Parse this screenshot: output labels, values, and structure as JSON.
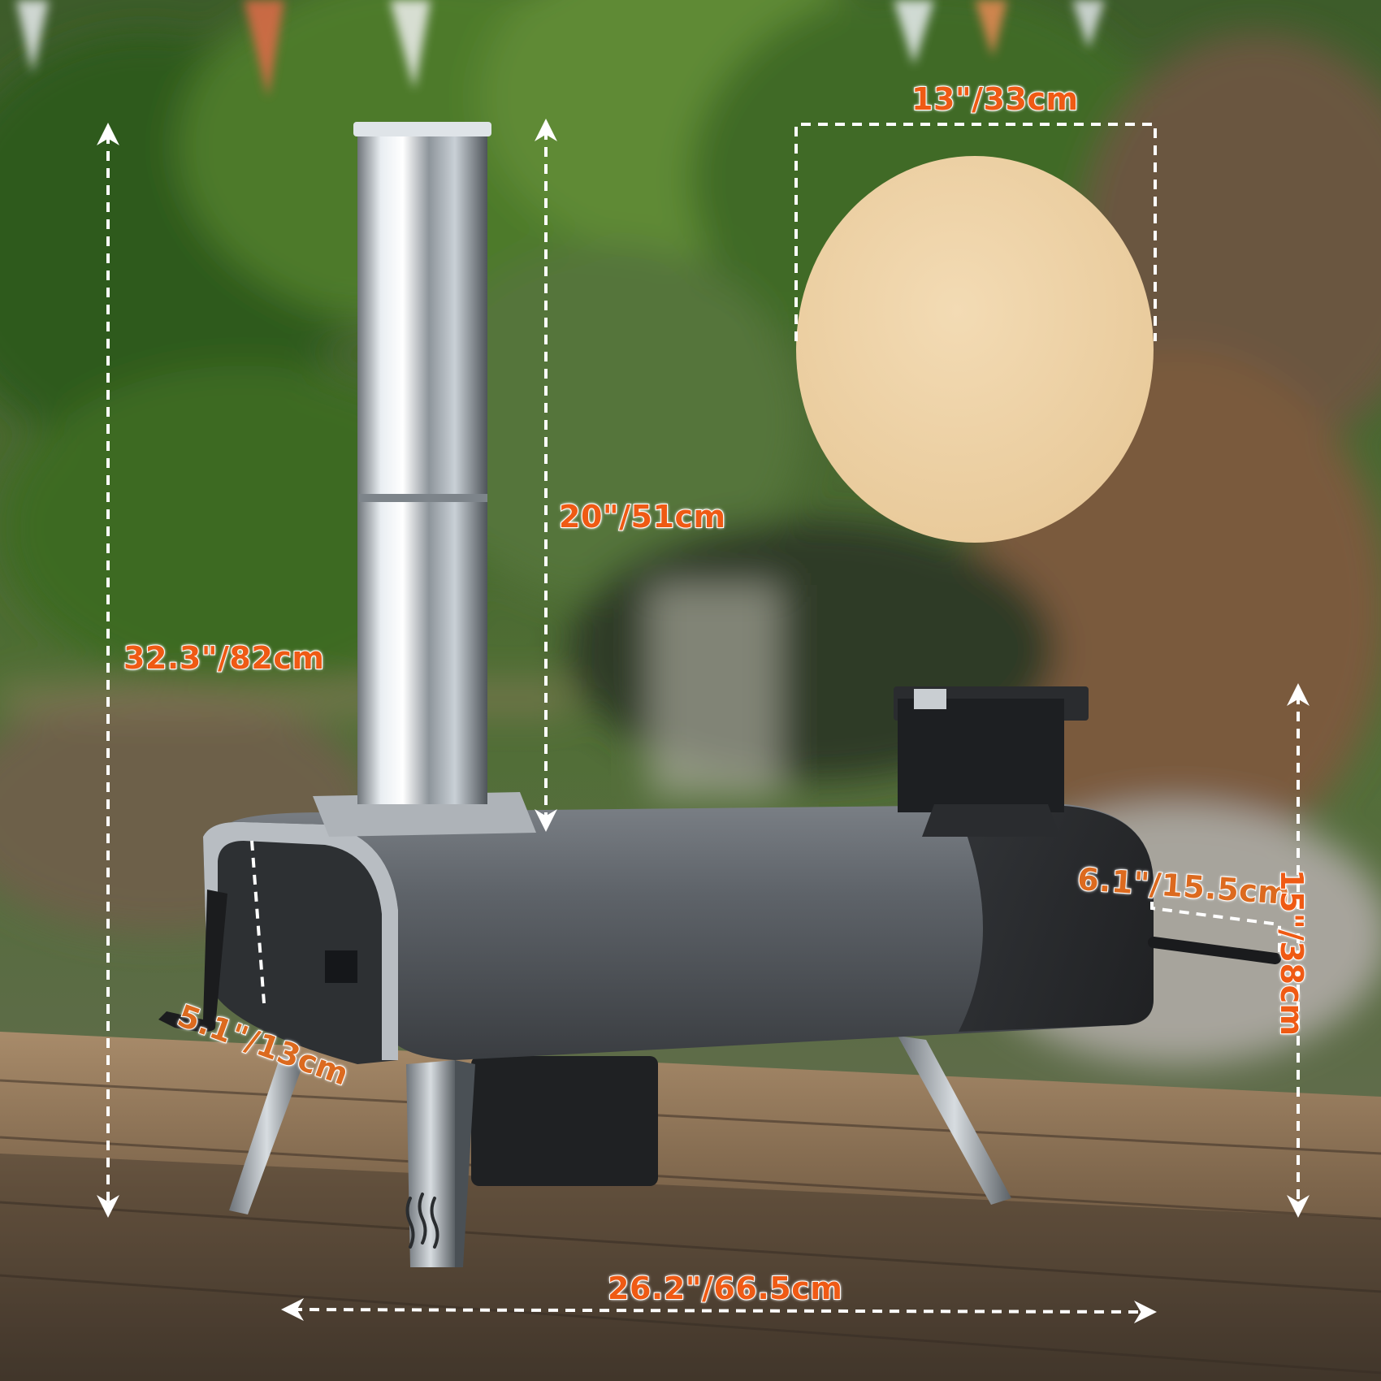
{
  "colors": {
    "label_orange": "#ef5a14",
    "label_tan": "#dc6a1f",
    "dim_line": "#ffffff",
    "pizza_stone": "#efd3a8",
    "oven_body": "#55595e",
    "oven_dark": "#25272a",
    "chimney": "#c8cdd2",
    "table_wood": "#8a6a48"
  },
  "dimensions": {
    "total_height": "32.3\"/82cm",
    "chimney_height": "20\"/51cm",
    "stone_diameter": "13\"/33cm",
    "body_height": "15\"/38cm",
    "handle_length": "6.1\"/15.5cm",
    "opening_height": "5.1\"/13cm",
    "total_width": "26.2\"/66.5cm"
  },
  "icons": [
    "arrow-up-icon",
    "arrow-down-icon",
    "arrow-left-icon",
    "arrow-right-icon",
    "heat-icon"
  ]
}
